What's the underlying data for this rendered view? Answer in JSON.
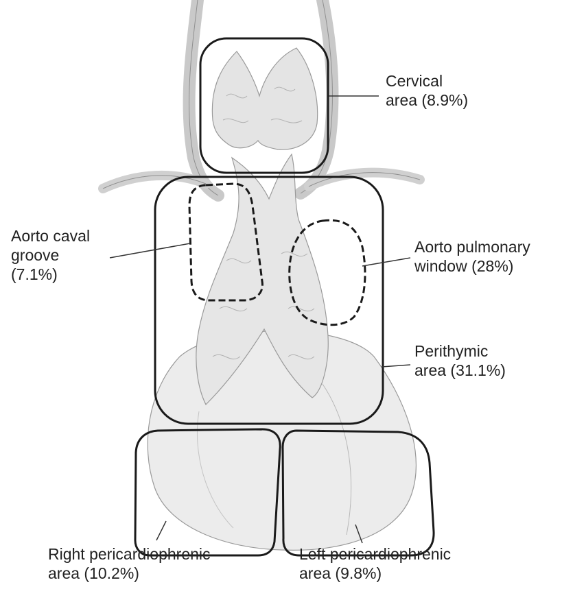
{
  "colors": {
    "outline": "#1a1a1a",
    "vessel": "#d4d4d4",
    "vessel_edge": "#8a8a8a",
    "tissue": "#e6e6e6",
    "tissue_edge": "#9a9a9a",
    "heart": "#ebebeb",
    "text": "#222222"
  },
  "regions": {
    "cervical": {
      "line1": "Cervical",
      "line2": "area (8.9%)",
      "percent": 8.9
    },
    "aorto_caval": {
      "line1": "Aorto caval",
      "line2": "groove",
      "line3": "(7.1%)",
      "percent": 7.1
    },
    "aorto_pulmonary": {
      "line1": "Aorto pulmonary",
      "line2": "window (28%)",
      "percent": 28
    },
    "perithymic": {
      "line1": "Perithymic",
      "line2": "area (31.1%)",
      "percent": 31.1
    },
    "right_pericardiophrenic": {
      "line1": "Right pericardiophrenic",
      "line2": "area (10.2%)",
      "percent": 10.2
    },
    "left_pericardiophrenic": {
      "line1": "Left pericardiophrenic",
      "line2": "area (9.8%)",
      "percent": 9.8
    }
  }
}
